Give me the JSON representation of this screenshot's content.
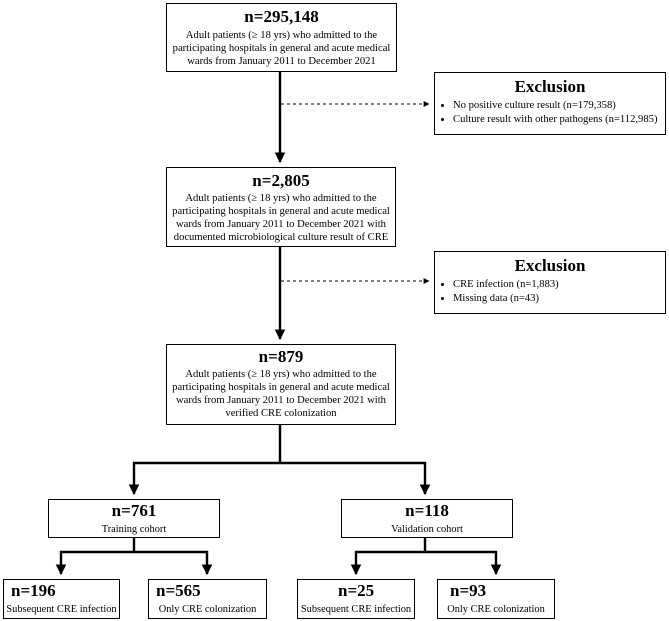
{
  "box1": {
    "n": "n=295,148",
    "desc": "Adult patients (≥ 18 yrs) who admitted to the participating hospitals in general and acute medical wards from January 2011 to December 2021"
  },
  "exclusion1": {
    "title": "Exclusion",
    "items": [
      "No positive culture result (n=179,358)",
      "Culture result with other pathogens (n=112,985)"
    ]
  },
  "box2": {
    "n": "n=2,805",
    "desc": "Adult patients (≥ 18 yrs) who admitted to the participating hospitals in general and acute medical wards from January 2011 to December 2021 with documented microbiological culture result of CRE"
  },
  "exclusion2": {
    "title": "Exclusion",
    "items": [
      "CRE infection (n=1,883)",
      "Missing data (n=43)"
    ]
  },
  "box3": {
    "n": "n=879",
    "desc": "Adult patients (≥ 18 yrs) who admitted to the participating hospitals in general and acute medical wards from January 2011 to December 2021 with verified CRE colonization"
  },
  "training": {
    "n": "n=761",
    "label": "Training cohort"
  },
  "validation": {
    "n": "n=118",
    "label": "Validation cohort"
  },
  "leaves": {
    "train_infection": {
      "n": "n=196",
      "label": "Subsequent CRE infection"
    },
    "train_colonization": {
      "n": "n=565",
      "label": "Only CRE colonization"
    },
    "valid_infection": {
      "n": "n=25",
      "label": "Subsequent CRE infection"
    },
    "valid_colonization": {
      "n": "n=93",
      "label": "Only CRE colonization"
    }
  }
}
